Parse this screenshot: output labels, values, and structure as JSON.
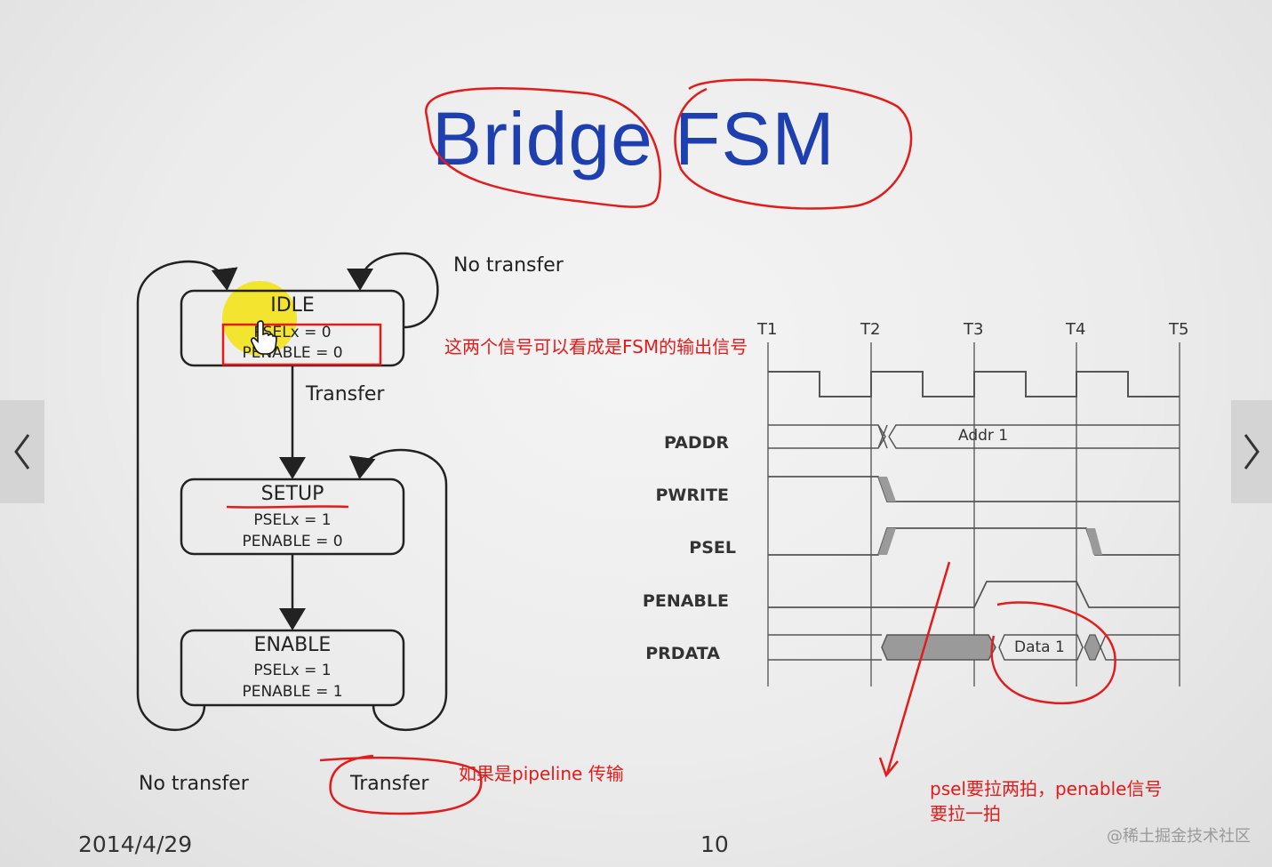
{
  "slide": {
    "title": "Bridge FSM",
    "date": "2014/4/29",
    "page_number": "10"
  },
  "fsm": {
    "states": [
      {
        "name": "IDLE",
        "lines": [
          "PSELx = 0",
          "PENABLE  = 0"
        ]
      },
      {
        "name": "SETUP",
        "lines": [
          "PSELx = 1",
          "PENABLE  = 0"
        ]
      },
      {
        "name": "ENABLE",
        "lines": [
          "PSELx = 1",
          "PENABLE  = 1"
        ]
      }
    ],
    "transitions": {
      "idle_loop": "No transfer",
      "idle_to_setup": "Transfer",
      "enable_to_idle": "No transfer",
      "enable_to_setup": "Transfer"
    }
  },
  "timing": {
    "ticks": [
      "T1",
      "T2",
      "T3",
      "T4",
      "T5"
    ],
    "signals": [
      "PADDR",
      "PWRITE",
      "PSEL",
      "PENABLE",
      "PRDATA"
    ],
    "paddr_value": "Addr 1",
    "prdata_value": "Data 1"
  },
  "annotations": {
    "note_outputs": "这两个信号可以看成是FSM的输出信号",
    "note_pipeline": "如果是pipeline 传输",
    "note_psel_line1": "psel要拉两拍，penable信号",
    "note_psel_line2": "要拉一拍",
    "ink_color": "#e41b1b",
    "highlight_color": "#f2e21a"
  },
  "navigation": {
    "prev_icon": "chevron-left-icon",
    "next_icon": "chevron-right-icon"
  },
  "watermark": "@稀土掘金技术社区"
}
